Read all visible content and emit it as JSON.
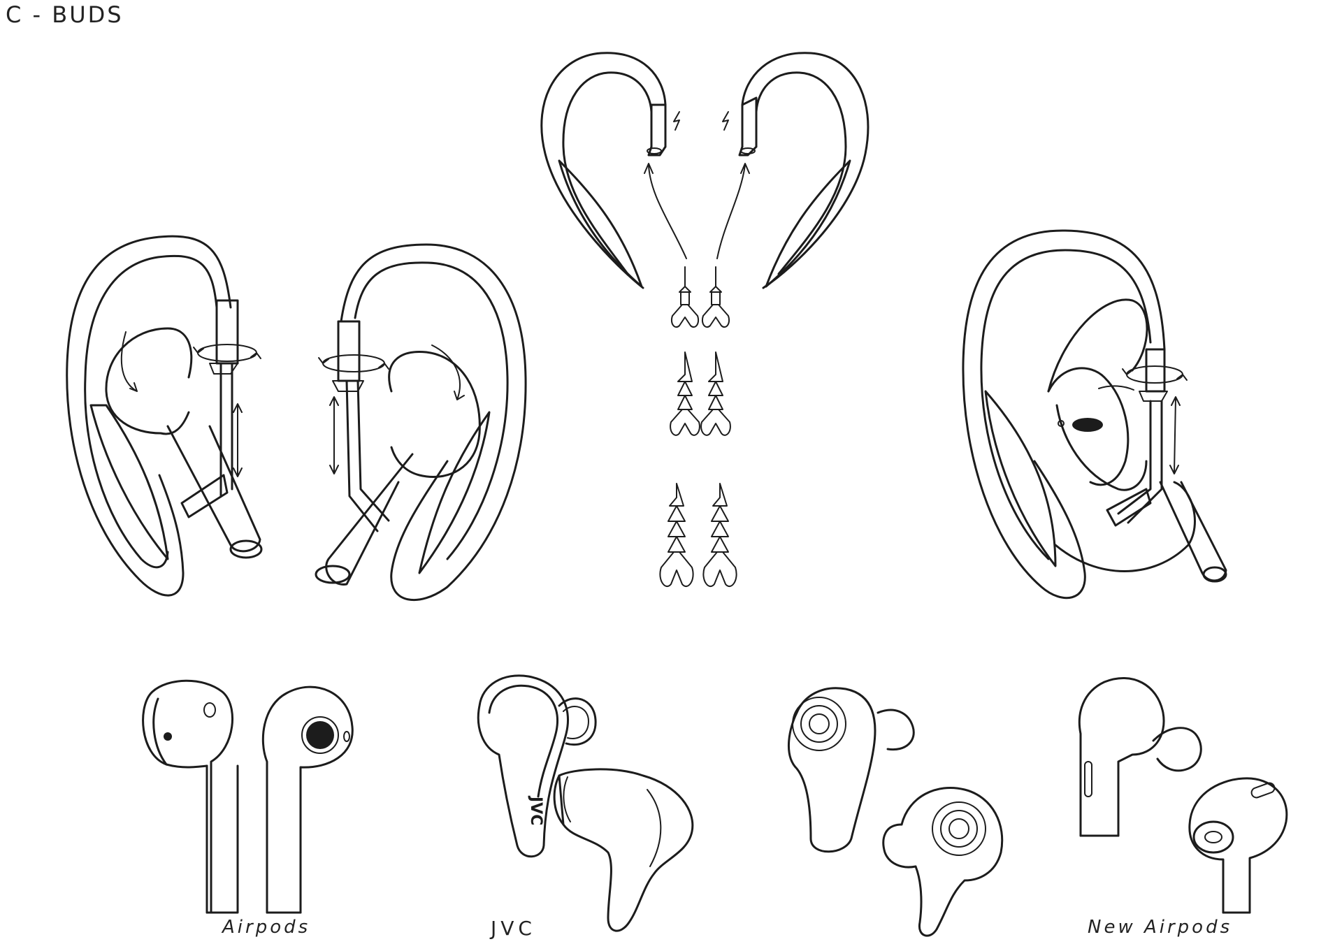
{
  "sheet": {
    "title": "C - BUDS"
  },
  "labels": {
    "airpods": "Airpods",
    "jvc": "JVC",
    "new_airpods": "New Airpods"
  },
  "brand": {
    "jvc_mark": "JVC"
  },
  "colors": {
    "ink": "#1c1c1c",
    "paper": "#ffffff"
  },
  "icons": [
    "rotate-arrow-icon",
    "double-arrow-icon",
    "lightning-icon",
    "curved-arrow-icon"
  ]
}
